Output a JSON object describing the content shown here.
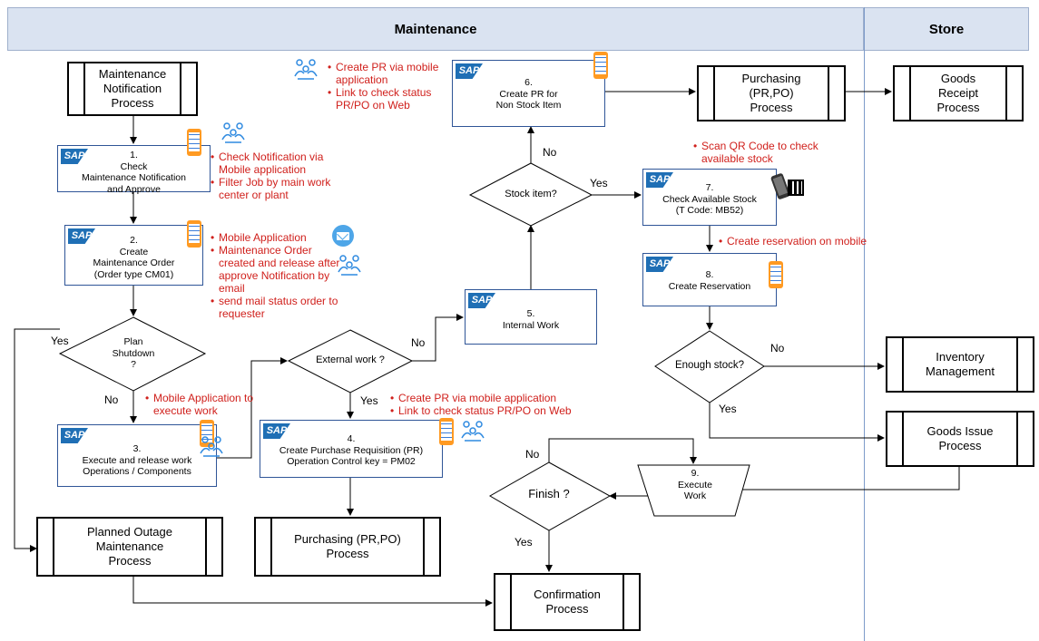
{
  "lanes": {
    "maintenance": "Maintenance",
    "store": "Store"
  },
  "processes": {
    "maintenance_notification": [
      "Maintenance",
      "Notification",
      "Process"
    ],
    "purchasing_top": [
      "Purchasing",
      "(PR,PO)",
      "Process"
    ],
    "goods_receipt": [
      "Goods",
      "Receipt",
      "Process"
    ],
    "inventory_management": [
      "Inventory",
      "Management"
    ],
    "goods_issue": [
      "Goods Issue",
      "Process"
    ],
    "planned_outage": [
      "Planned Outage",
      "Maintenance",
      "Process"
    ],
    "purchasing_bottom": [
      "Purchasing (PR,PO)",
      "Process"
    ],
    "confirmation": [
      "Confirmation",
      "Process"
    ]
  },
  "sap_logo": "SAP",
  "steps": {
    "s1": [
      "1.",
      "Check",
      "Maintenance  Notification",
      "and Approve"
    ],
    "s2": [
      "2.",
      "Create",
      "Maintenance  Order",
      "(Order type CM01)"
    ],
    "s3": [
      "3.",
      "Execute and release work",
      "Operations / Components"
    ],
    "s4": [
      "4.",
      "Create Purchase Requisition (PR)",
      "Operation Control key = PM02"
    ],
    "s5": [
      "5.",
      "Internal Work"
    ],
    "s6": [
      "6.",
      "Create PR  for",
      "Non Stock Item"
    ],
    "s7": [
      "7.",
      "Check Available Stock",
      "(T Code: MB52)"
    ],
    "s8": [
      "8.",
      "Create Reservation"
    ],
    "s9": [
      "9.",
      "Execute",
      "Work"
    ]
  },
  "decisions": {
    "plan_shutdown": [
      "Plan",
      "Shutdown",
      "?"
    ],
    "external_work": "External work ?",
    "stock_item": "Stock item?",
    "enough_stock": "Enough stock?",
    "finish": "Finish  ?"
  },
  "branch_labels": {
    "yes": "Yes",
    "no": "No"
  },
  "notes": {
    "n1": [
      "Check Notification via Mobile application",
      "Filter Job by main work center or plant"
    ],
    "n2": [
      "Mobile Application",
      "Maintenance Order created and release after approve Notification by email",
      "send mail status order to requester"
    ],
    "n3": [
      "Mobile Application to execute work"
    ],
    "n4": [
      "Create PR via mobile application",
      "Link to check status PR/PO on Web"
    ],
    "n6": [
      "Create PR via mobile application",
      "Link to check status PR/PO on Web"
    ],
    "n7": [
      "Scan QR Code to check available stock"
    ],
    "n8": [
      "Create reservation on mobile"
    ]
  },
  "icons": {
    "sap": "sap-logo",
    "phone": "mobile-phone-icon",
    "people": "people-meeting-icon",
    "mail": "email-icon",
    "qr": "qr-code-icon"
  },
  "colors": {
    "header_fill": "#dae3f1",
    "box_border": "#2f5597",
    "note_red": "#d0201c",
    "phone_orange": "#ff9a22",
    "sap_blue": "#1f6fb5"
  }
}
